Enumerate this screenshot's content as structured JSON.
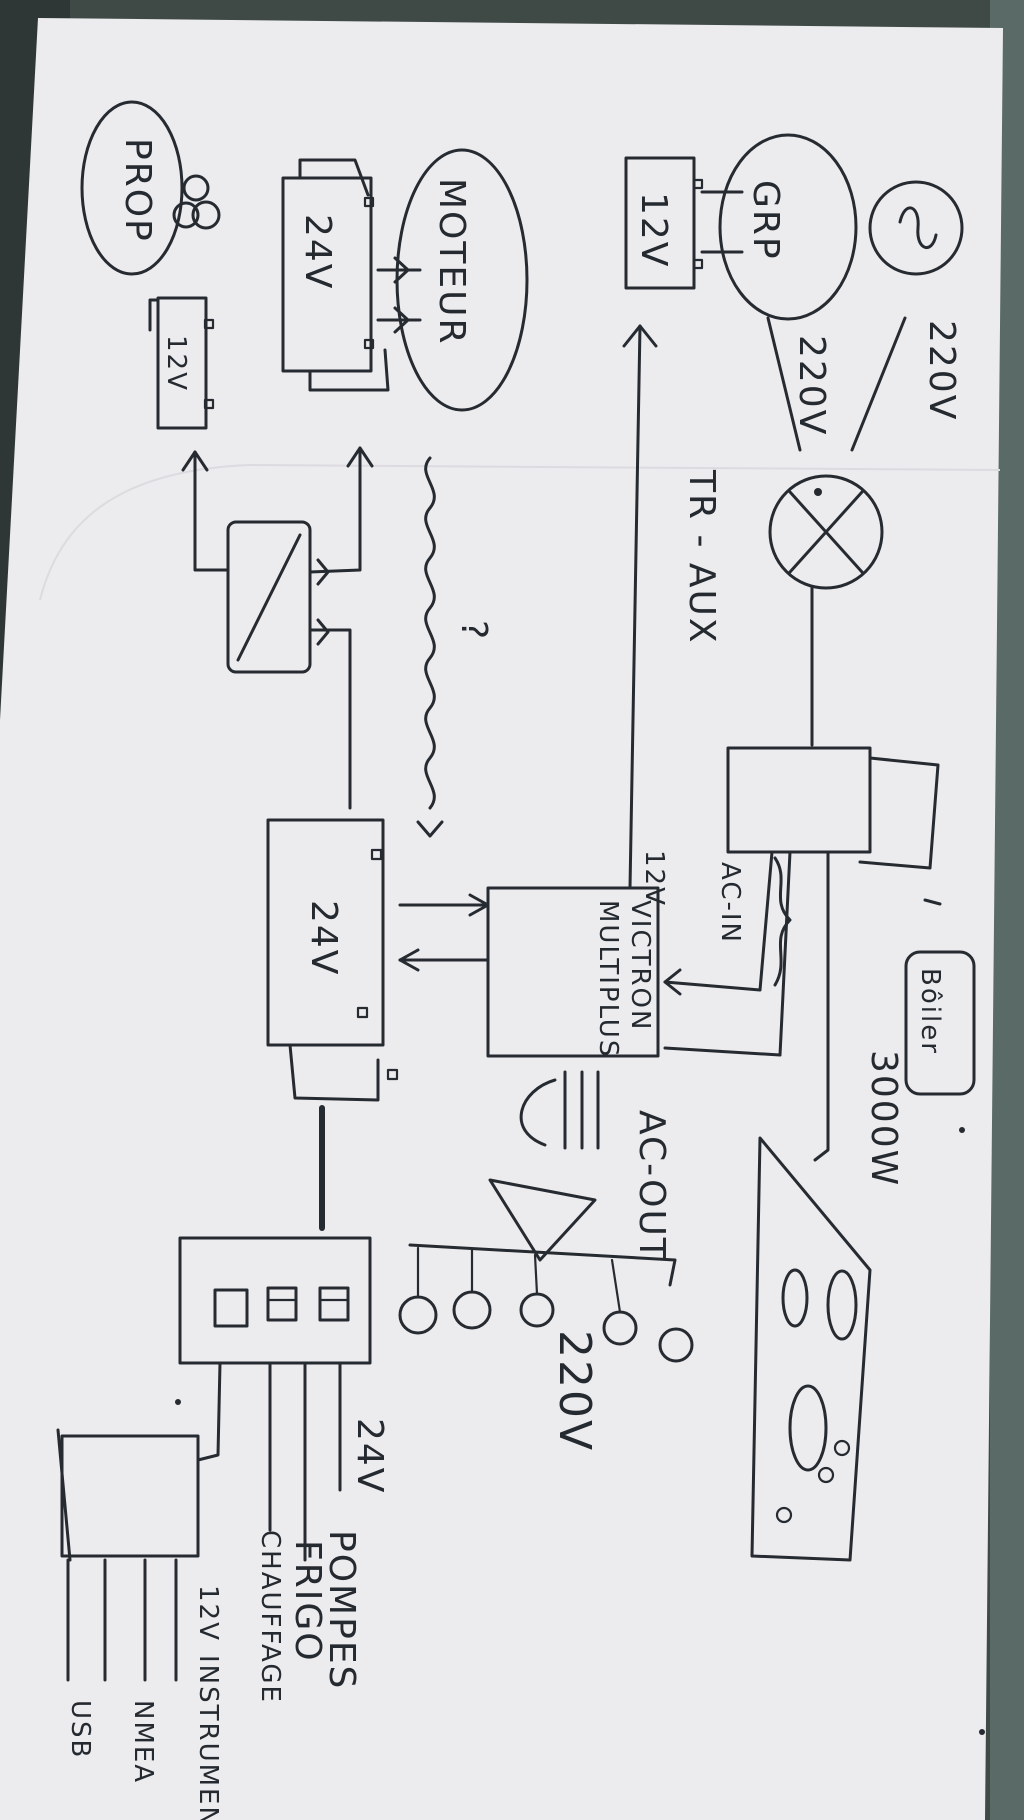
{
  "diagram": {
    "nodes": {
      "ac_source": {
        "label": "",
        "icon": "ac-source-icon"
      },
      "grp": {
        "label": "GRP"
      },
      "batt_12v_start": {
        "label": "12V"
      },
      "moteur": {
        "label": "MOTEUR"
      },
      "batt_24v_moteur": {
        "label": "24V"
      },
      "prop": {
        "label": "PROP",
        "icon": "propeller-icon"
      },
      "batt_12v_prop": {
        "label": "12V"
      },
      "converter": {
        "label": "",
        "icon": "dc-dc-converter-icon"
      },
      "selector_switch": {
        "label": "",
        "icon": "selector-switch-icon"
      },
      "shore_charger": {
        "label": ""
      },
      "boiler": {
        "label": "Bôiler"
      },
      "victron": {
        "label_line1": "VICTRON",
        "label_line2": "MULTIPLUS"
      },
      "batt_24v_service": {
        "label": "24V"
      },
      "distribution_panel": {
        "label": ""
      },
      "stove": {
        "label": "",
        "icon": "stove-icon"
      },
      "dc_12v_panel": {
        "label": ""
      }
    },
    "labels": {
      "shore_voltage": "220V",
      "grp_voltage": "220V",
      "tr_aux": "TR - AUX",
      "question": "?",
      "victron_12v": "12V",
      "ac_in": "AC-IN",
      "boiler_power": "3000W",
      "ac_out": "AC-OUT",
      "outlets_voltage": "220V",
      "loads_24v": "24V",
      "pompes": "POMPES",
      "frigo": "FRIGO",
      "chauffage": "CHAUFFAGE",
      "dc_12v": "12V",
      "instruments": "INSTRUMEN",
      "nmea": "NMEA",
      "usb": "USB"
    }
  }
}
